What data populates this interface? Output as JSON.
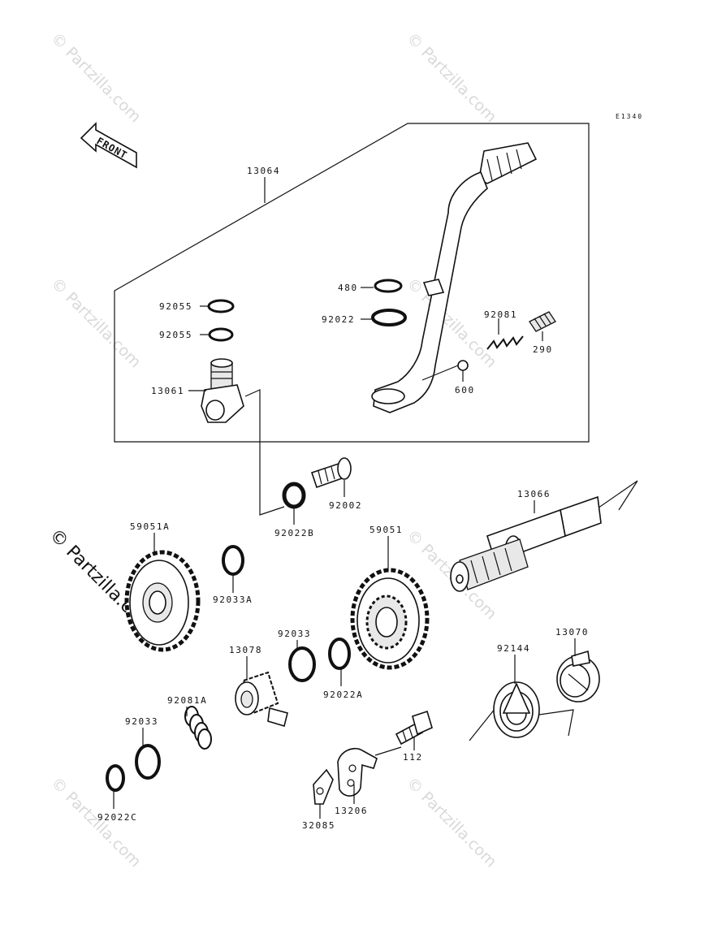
{
  "diagram_code": "E1340",
  "front_label": "FRONT",
  "watermark": "© Partzilla.com",
  "parts": {
    "p13064": "13064",
    "p480": "480",
    "p92022": "92022",
    "p92081": "92081",
    "p290": "290",
    "p600": "600",
    "p92055a": "92055",
    "p92055b": "92055",
    "p13061": "13061",
    "p92002": "92002",
    "p92022B": "92022B",
    "p13066": "13066",
    "p59051A": "59051A",
    "p92033A": "92033A",
    "p59051": "59051",
    "p92033": "92033",
    "p13078": "13078",
    "p92022A": "92022A",
    "p13070": "13070",
    "p92144": "92144",
    "p92081A": "92081A",
    "p92033b": "92033",
    "p112": "112",
    "p92022C": "92022C",
    "p13206": "13206",
    "p32085": "32085"
  }
}
